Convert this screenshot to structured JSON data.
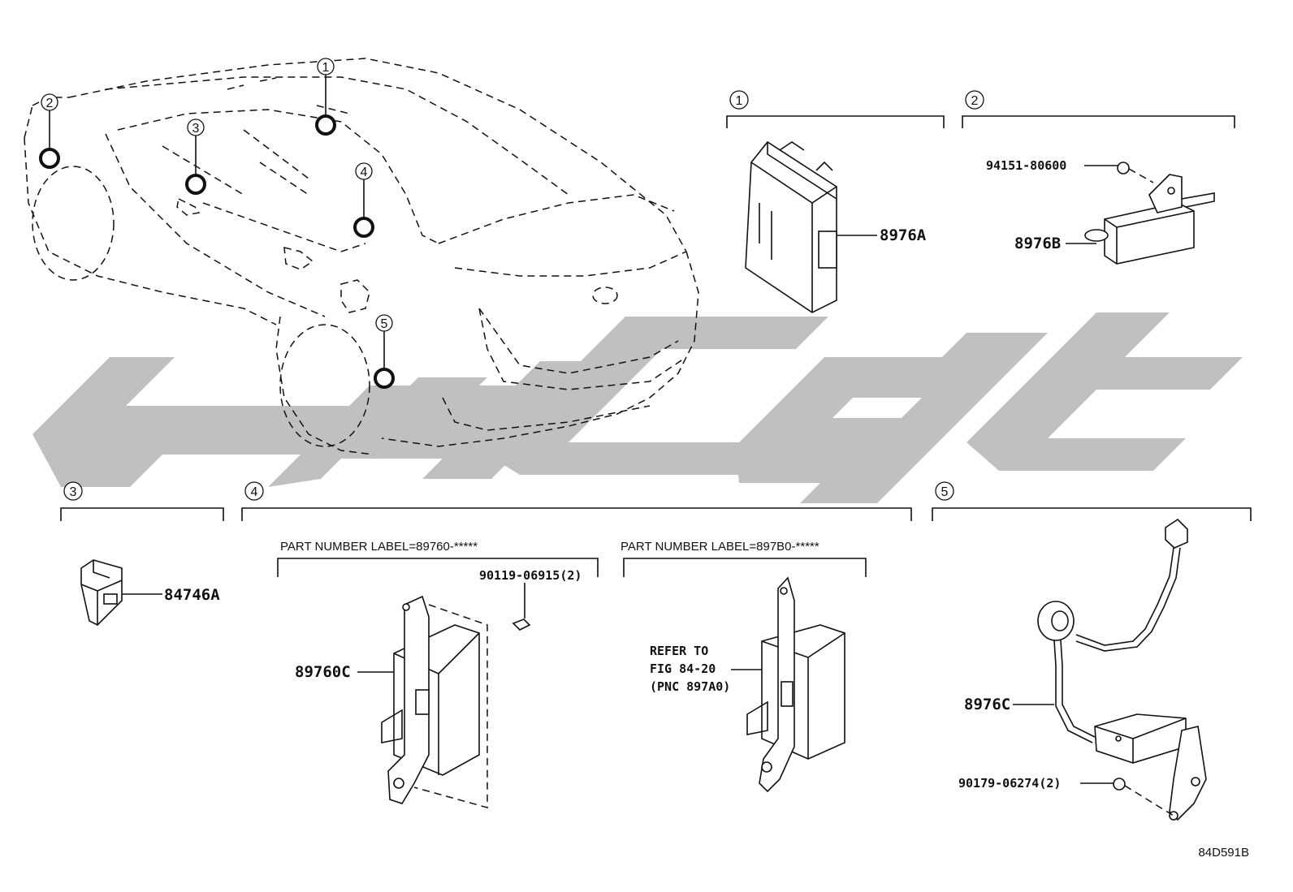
{
  "watermark": {
    "color": "#bdbdbd"
  },
  "callouts": [
    "1",
    "2",
    "3",
    "4",
    "5"
  ],
  "sections": [
    {
      "id": "1",
      "number": "1"
    },
    {
      "id": "2",
      "number": "2"
    },
    {
      "id": "3",
      "number": "3"
    },
    {
      "id": "4",
      "number": "4"
    },
    {
      "id": "5",
      "number": "5"
    }
  ],
  "labels": {
    "part_label_a": "PART NUMBER LABEL=89760-*****",
    "part_label_b": "PART NUMBER LABEL=897B0-*****"
  },
  "parts": {
    "p8976A": "8976A",
    "p8976B": "8976B",
    "p94151": "94151-80600",
    "p84746A": "84746A",
    "p89760C": "89760C",
    "p90119": "90119-06915(2)",
    "p8976C": "8976C",
    "p90179": "90179-06274(2)"
  },
  "refer": {
    "line1": "REFER TO",
    "line2": "FIG 84-20",
    "line3": "(PNC 897A0)"
  },
  "figure_code": "84D591B"
}
